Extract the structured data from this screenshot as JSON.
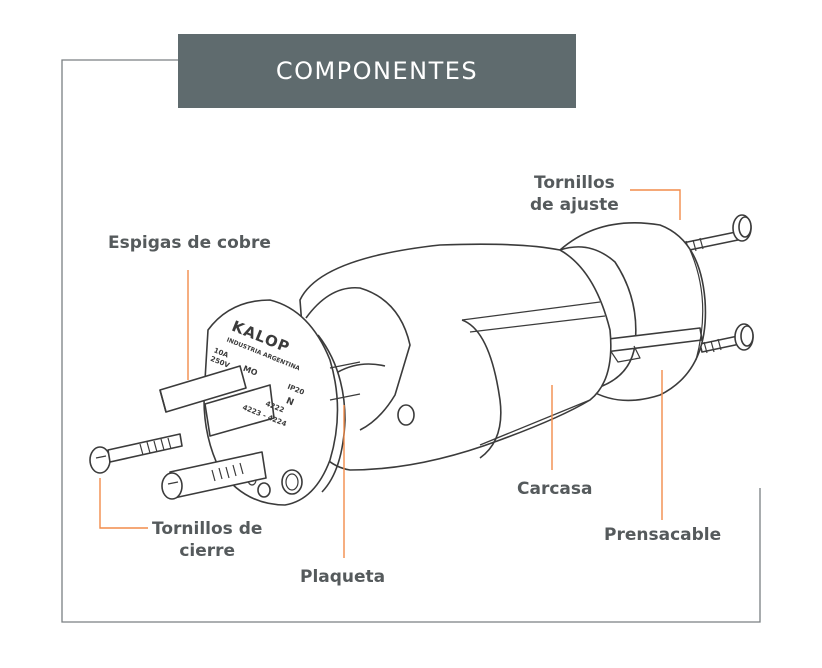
{
  "title": "COMPONENTES",
  "colors": {
    "title_bg": "#5f6b6e",
    "title_text": "#ffffff",
    "frame": "#7a7f82",
    "leader": "#f28c4a",
    "label_text": "#555a5c",
    "drawing": "#3b3b3b"
  },
  "labels": {
    "tornillos_ajuste": [
      "Tornillos",
      "de ajuste"
    ],
    "espigas": "Espigas de cobre",
    "carcasa": "Carcasa",
    "prensacable": "Prensacable",
    "tornillos_cierre": [
      "Tornillos de",
      "cierre"
    ],
    "plaqueta": "Plaqueta"
  },
  "plate_text": {
    "brand": "KALOP",
    "subtitle": "INDUSTRIA ARGENTINA",
    "rating": "10A",
    "voltage": "250V",
    "ip": "IP20",
    "neutral": "N",
    "model_a": "4222",
    "model_b": "4223 - 4224",
    "model_prefix": "MO"
  }
}
